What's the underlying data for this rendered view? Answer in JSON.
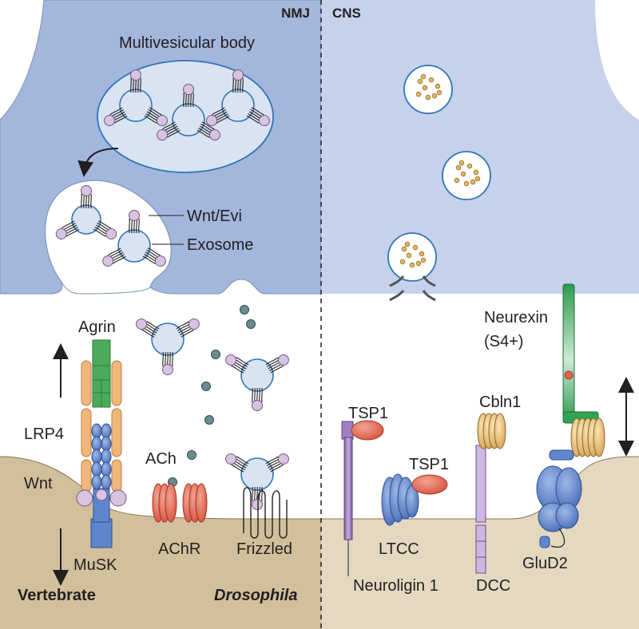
{
  "sections": {
    "left": "NMJ",
    "right": "CNS"
  },
  "labels": {
    "multivesicular_body": "Multivesicular body",
    "wnt_evi": "Wnt/Evi",
    "exosome": "Exosome",
    "agrin": "Agrin",
    "lrp4": "LRP4",
    "wnt": "Wnt",
    "musk": "MuSK",
    "ach": "ACh",
    "achr": "AChR",
    "frizzled": "Frizzled",
    "vertebrate": "Vertebrate",
    "drosophila": "Drosophila",
    "tsp1_a": "TSP1",
    "tsp1_b": "TSP1",
    "ltcc": "LTCC",
    "neuroligin1": "Neuroligin 1",
    "cbln1": "Cbln1",
    "dcc": "DCC",
    "neurexin": "Neurexin",
    "neurexin_isoform": "(S4+)",
    "glud2": "GluD2"
  },
  "colors": {
    "presynaptic_nmj": "#a3b6dc",
    "presynaptic_cns": "#c7d2ec",
    "postsynaptic_nmj": "#cfbb95",
    "postsynaptic_cns": "#e5d9c2",
    "wnt_ball": "#d8c3e0",
    "exosome_fill": "#d9e3f1",
    "receptor_blue": "#5f86cd",
    "agrin_green": "#4cab5b",
    "lrp4_orange": "#f0b67a",
    "achr_red": "#e56f5d",
    "tsp1_red": "#e5604e",
    "neuroligin_purple": "#a17fbf",
    "cbln1_yellow": "#f3d08a",
    "neurexin_green": "#2fa356",
    "ach_dot": "#6b8d8f"
  }
}
